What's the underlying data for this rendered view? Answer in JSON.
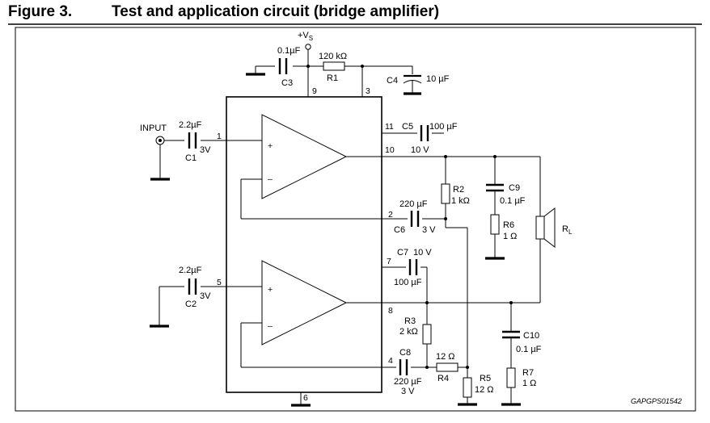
{
  "figure": {
    "number": "Figure 3.",
    "title": "Test and application circuit (bridge amplifier)",
    "code": "GAPGPS01542"
  },
  "labels": {
    "supply": "+V",
    "supply_sub": "S",
    "input": "INPUT",
    "load": "R",
    "load_sub": "L"
  },
  "pins": [
    "1",
    "2",
    "3",
    "4",
    "5",
    "6",
    "7",
    "8",
    "9",
    "10",
    "11"
  ],
  "opamp_signs": {
    "plus": "+",
    "minus": "–"
  },
  "components": {
    "C1": {
      "name": "C1",
      "value": "2.2µF",
      "rating": "3V"
    },
    "C2": {
      "name": "C2",
      "value": "2.2µF",
      "rating": "3V"
    },
    "C3": {
      "name": "C3",
      "value": "0.1µF"
    },
    "C4": {
      "name": "C4",
      "value": "10 µF"
    },
    "C5": {
      "name": "C5",
      "value": "100 µF",
      "rating": "10 V"
    },
    "C6": {
      "name": "C6",
      "value": "220 µF",
      "rating": "3 V"
    },
    "C7": {
      "name": "C7",
      "value": "100 µF",
      "rating": "10 V"
    },
    "C8": {
      "name": "C8",
      "value": "220 µF",
      "rating": "3 V"
    },
    "C9": {
      "name": "C9",
      "value": "0.1 µF"
    },
    "C10": {
      "name": "C10",
      "value": "0.1 µF"
    },
    "R1": {
      "name": "R1",
      "value": "120 kΩ"
    },
    "R2": {
      "name": "R2",
      "value": "1 kΩ"
    },
    "R3": {
      "name": "R3",
      "value": "2 kΩ"
    },
    "R4": {
      "name": "R4",
      "value": "12 Ω"
    },
    "R5": {
      "name": "R5",
      "value": "12 Ω"
    },
    "R6": {
      "name": "R6",
      "value": "1 Ω"
    },
    "R7": {
      "name": "R7",
      "value": "1 Ω"
    }
  }
}
